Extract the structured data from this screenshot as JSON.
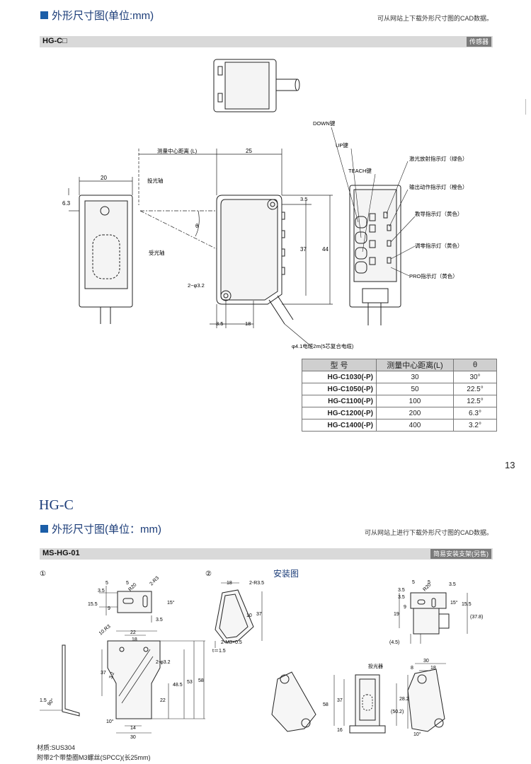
{
  "section1": {
    "title": "外形尺寸图(单位:mm)",
    "cad_note": "可从网站上下载外形尺寸图的CAD数据。",
    "bar_label": "HG-C□",
    "bar_tag": "传感器",
    "labels": {
      "dim_20": "20",
      "dim_6_3": "6.3",
      "center_distance": "测量中心距离 (L)",
      "dim_25": "25",
      "emit_axis": "投光轴",
      "theta": "θ",
      "receive_axis": "受光轴",
      "dim_3_5": "3.5",
      "dim_37": "37",
      "dim_44": "44",
      "hole": "2−φ3.2",
      "dim_3_5b": "3.5",
      "dim_18": "18",
      "cable": "φ4.1电缆2m(5芯复合电缆)",
      "down_key": "DOWN键",
      "up_key": "UP键",
      "teach_key": "TEACH键",
      "laser_led": "激光放射指示灯（绿色）",
      "output_led": "输出动作指示灯（橙色）",
      "teach_led": "教导指示灯（黄色）",
      "zero_led": "调零指示灯（黄色）",
      "pro_led": "PRO指示灯（黄色）"
    },
    "table": {
      "headers": [
        "型 号",
        "测量中心距离(L)",
        "θ"
      ],
      "rows": [
        [
          "HG-C1030(-P)",
          "30",
          "30°"
        ],
        [
          "HG-C1050(-P)",
          "50",
          "22.5°"
        ],
        [
          "HG-C1100(-P)",
          "100",
          "12.5°"
        ],
        [
          "HG-C1200(-P)",
          "200",
          "6.3°"
        ],
        [
          "HG-C1400(-P)",
          "400",
          "3.2°"
        ]
      ]
    }
  },
  "page_number": "13",
  "product_heading": "HG-C",
  "section2": {
    "title": "外形尺寸图(单位：mm)",
    "cad_note": "可从网站上进行下载外形尺寸图的CAD数据。",
    "bar_label": "MS-HG-01",
    "bar_tag": "简易安装支架(另售)",
    "fig1": "①",
    "fig2": "②",
    "install_title": "安装图",
    "labels": {
      "a5": "5",
      "a5b": "5",
      "a3_5": "3.5",
      "aR20": "R20",
      "a2R3": "2-R3",
      "a15_5": "15.5",
      "a9": "9",
      "a15deg": "15°",
      "a3_5b": "3.5",
      "a10R3": "10.R3",
      "a22": "22",
      "a18": "18",
      "ahole": "2-φ3.2",
      "a37": "37",
      "a3_2": "3.2",
      "a48_5": "48.5",
      "a53": "53",
      "a58": "58",
      "a22b": "22",
      "a10deg": "10°",
      "a14": "14",
      "a30": "30",
      "a1_5": "1.5",
      "a90": "90°",
      "b18": "18",
      "b2R3_5": "2-R3.5",
      "b10": "10",
      "b37": "37",
      "b2M3": "2-M3×0.5",
      "bt": "t＝1.5",
      "c5": "5",
      "c5b": "5",
      "c3_5": "3.5",
      "cR20": "R20",
      "c3_5b": "3.5",
      "c3_5c": "3.5",
      "c15deg": "15°",
      "c15_5": "15.5",
      "c9": "9",
      "c19": "19",
      "c37_8": "(37.8)",
      "c4_5": "(4.5)",
      "d_emitter": "投光器",
      "d30": "30",
      "d8": "8",
      "d18": "18",
      "d37": "37",
      "d58": "58",
      "d28_2": "28.2",
      "d50_2": "(50.2)",
      "d16": "16",
      "d10deg": "10°"
    },
    "notes": [
      "材质:SUS304",
      "附带2个带垫圈M3螺丝(SPCC)(长25mm)"
    ]
  }
}
